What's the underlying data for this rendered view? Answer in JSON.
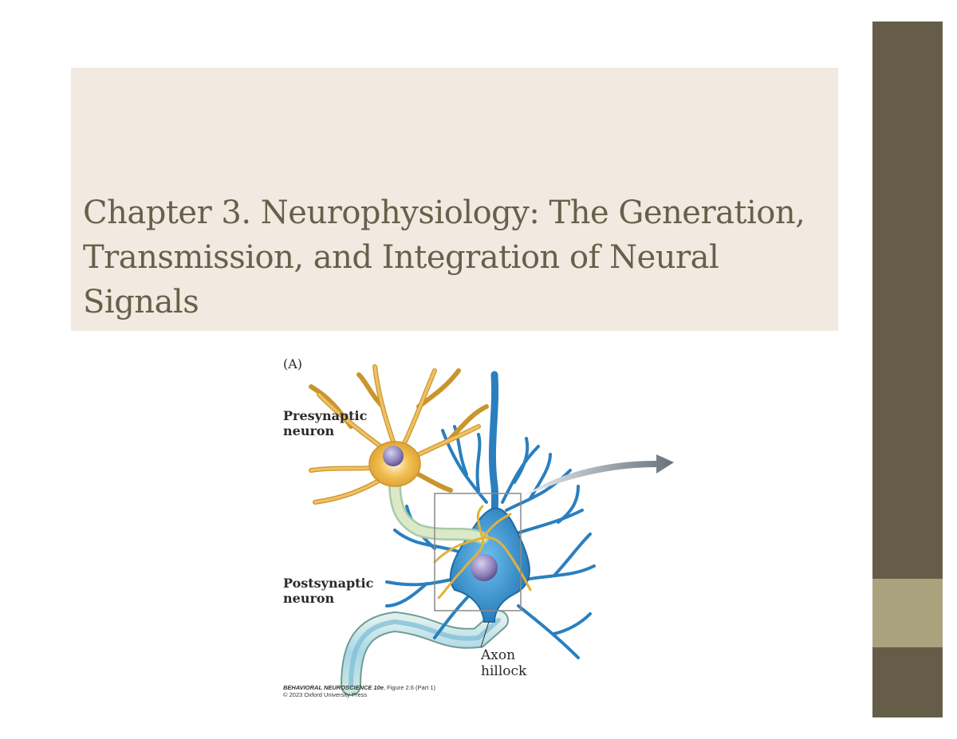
{
  "slide": {
    "title": "Chapter 3. Neurophysiology: The Generation, Transmission, and Integration of Neural Signals",
    "colors": {
      "title_background": "#f2eae0",
      "title_text": "#67604a",
      "sidebar_dark": "#655d48",
      "sidebar_light": "#a8a37c"
    }
  },
  "figure": {
    "panel_label": "(A)",
    "presynaptic_label": "Presynaptic\nneuron",
    "postsynaptic_label": "Postsynaptic\nneuron",
    "axon_hillock_label": "Axon\nhillock",
    "caption_book": "BEHAVIORAL NEUROSCIENCE 10e",
    "caption_figure": ", Figure 2.6 (Part 1)",
    "caption_copyright": "© 2023 Oxford University Press",
    "colors": {
      "presynaptic_neuron": "#e8b040",
      "postsynaptic_neuron": "#2f8ac6",
      "nucleus": "#8a7fb8",
      "axon_myelin": "#bfe0dc",
      "arrow": "#7d8a95",
      "zoom_box": "#8a8a8a"
    }
  }
}
